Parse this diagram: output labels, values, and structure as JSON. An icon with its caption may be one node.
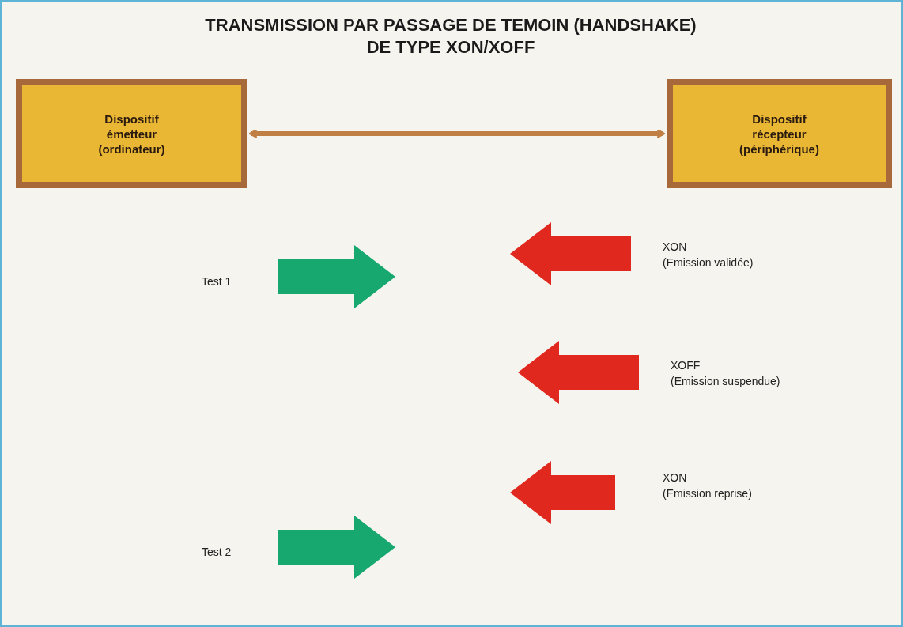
{
  "diagram": {
    "title": "TRANSMISSION PAR PASSAGE DE TEMOIN (HANDSHAKE) DE TYPE XON/XOFF",
    "nodes": [
      {
        "text": [
          "Dispositif émetteur (ordinateur)"
        ]
      },
      {
        "text": [
          "Dispositif récepteur (périphérique)"
        ]
      }
    ],
    "edges": [
      {
        "from": 0,
        "to": 1,
        "arrow": "both"
      }
    ],
    "labels": [
      "XON",
      "(Emission validée)",
      "Test 1",
      "XOFF",
      "(Emission suspendue)",
      "XON",
      "(Emission reprise)",
      "Test 2"
    ]
  }
}
